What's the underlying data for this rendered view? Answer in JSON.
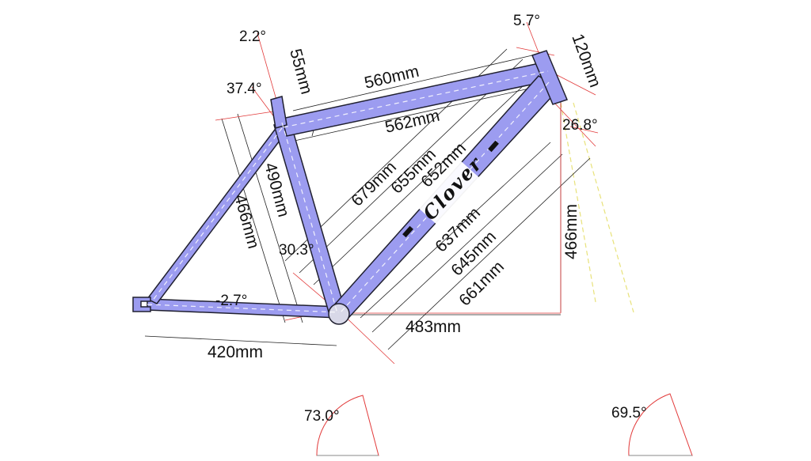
{
  "brand": {
    "name": "Clover"
  },
  "dimensions": {
    "top_tube_upper": "560mm",
    "top_tube_lower": "562mm",
    "seat_tube_cc": "490mm",
    "seat_tube_ct": "466mm",
    "chainstay": "420mm",
    "bb_to_fork": "483mm",
    "stack": "466mm",
    "head_tube": "120mm",
    "seat_extension": "55mm",
    "diag_679": "679mm",
    "diag_655": "655mm",
    "diag_652": "652mm",
    "diag_637": "637mm",
    "diag_645": "645mm",
    "diag_661": "661mm"
  },
  "angles": {
    "seat_offset": "2.2°",
    "seat_stay": "37.4°",
    "head_offset": "5.7°",
    "head_lower": "26.8°",
    "bb_angle": "30.3°",
    "chainstay_angle": "-2.7°",
    "seat_tube_angle": "73.0°",
    "head_tube_angle": "69.5°"
  },
  "colors": {
    "tube": "#9c9cf0",
    "accent": "#e23a3a",
    "fork_hint": "#e8e27a"
  }
}
